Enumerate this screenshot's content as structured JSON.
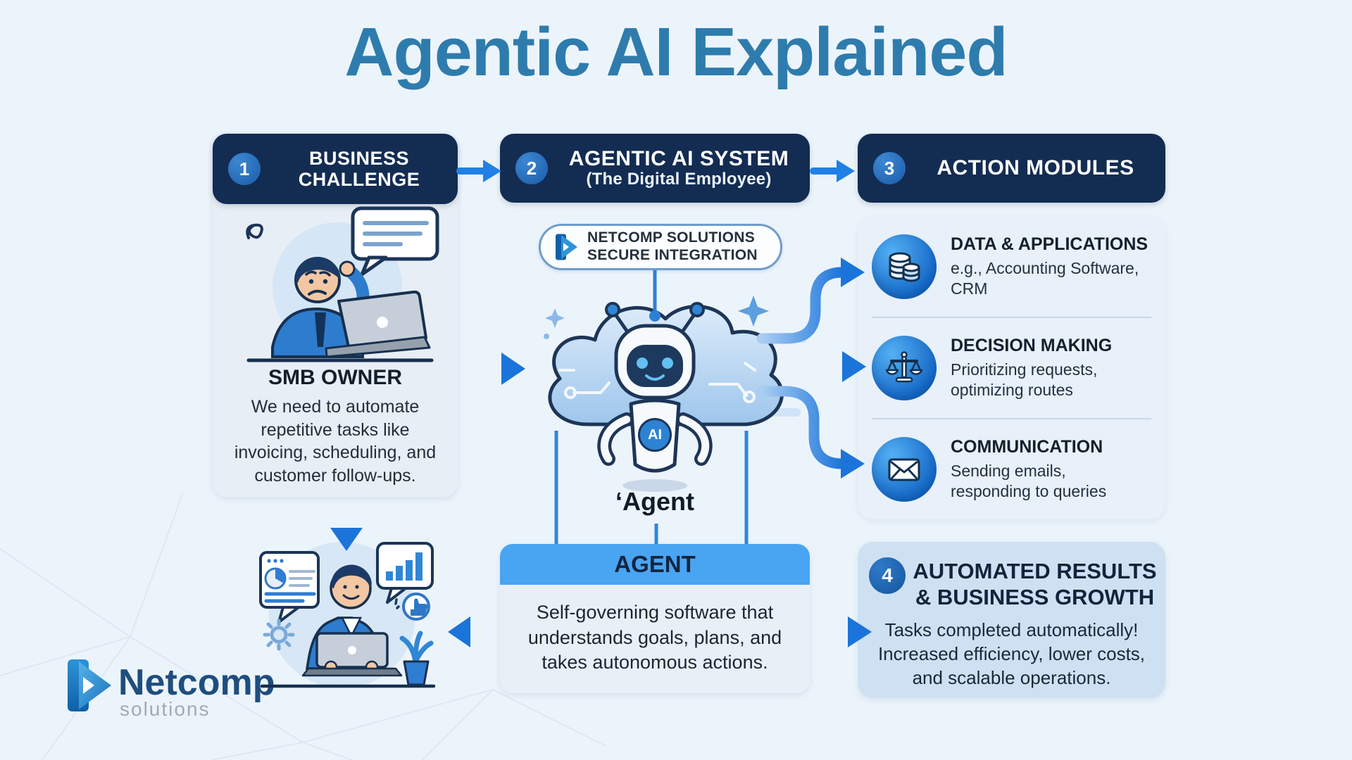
{
  "title": "Agentic AI Explained",
  "brand": {
    "name": "Netcomp",
    "sub": "solutions"
  },
  "colors": {
    "background": "#ecf4fb",
    "header_navy": "#132c52",
    "accent_blue": "#1e7de0",
    "title_blue": "#2e7cad",
    "card_light": "#e8eef5",
    "agent_header_blue": "#49a4f2",
    "results_card_blue": "#cde1f3",
    "icon_circle_blue": "#1e78d2",
    "brand_navy": "#1f4e7d",
    "brand_gray": "#a2abb5"
  },
  "sections": {
    "challenge": {
      "number": "1",
      "title_line1": "BUSINESS",
      "title_line2": "CHALLENGE",
      "persona": "SMB OWNER",
      "quote": "We need to automate repetitive tasks like invoicing, scheduling, and customer follow-ups."
    },
    "system": {
      "number": "2",
      "title": "AGENTIC AI SYSTEM",
      "subtitle": "(The Digital Employee)",
      "badge_line1": "NETCOMP SOLUTIONS",
      "badge_line2": "SECURE INTEGRATION",
      "robot_chip": "AI",
      "robot_caption": "‘Agent",
      "agent_box": {
        "title": "AGENT",
        "body": "Self-governing software that understands goals, plans, and takes autonomous actions."
      }
    },
    "modules": {
      "number": "3",
      "title": "ACTION MODULES",
      "items": [
        {
          "icon": "database-icon",
          "title": "DATA & APPLICATIONS",
          "desc": "e.g., Accounting Software, CRM"
        },
        {
          "icon": "scales-icon",
          "title": "DECISION MAKING",
          "desc": "Prioritizing requests, optimizing routes"
        },
        {
          "icon": "envelope-icon",
          "title": "COMMUNICATION",
          "desc": "Sending emails, responding to queries"
        }
      ]
    },
    "results": {
      "number": "4",
      "title_line1": "AUTOMATED RESULTS",
      "title_line2": "& BUSINESS GROWTH",
      "body": "Tasks completed automatically! Increased efficiency, lower costs, and scalable operations."
    }
  }
}
